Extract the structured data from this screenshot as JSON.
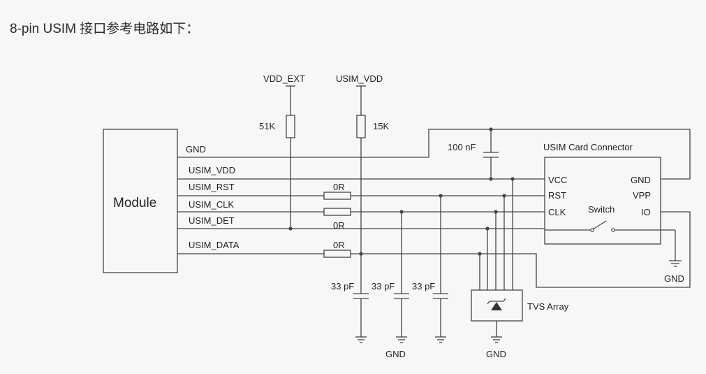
{
  "heading": "8-pin USIM 接口参考电路如下：",
  "module": {
    "label": "Module"
  },
  "supplies": {
    "vdd_ext": "VDD_EXT",
    "usim_vdd": "USIM_VDD"
  },
  "resistors": {
    "pullup_data": "15K",
    "pullup_det": "51K",
    "series_rst": "0R",
    "series_clk": "0R",
    "series_data": "0R"
  },
  "capacitors": {
    "bypass": "100 nF",
    "c1": "33 pF",
    "c2": "33 pF",
    "c3": "33 pF"
  },
  "signals": {
    "gnd": "GND",
    "usim_vdd": "USIM_VDD",
    "usim_rst": "USIM_RST",
    "usim_clk": "USIM_CLK",
    "usim_det": "USIM_DET",
    "usim_data": "USIM_DATA"
  },
  "connector": {
    "title": "USIM Card Connector",
    "vcc": "VCC",
    "rst": "RST",
    "clk": "CLK",
    "gnd": "GND",
    "vpp": "VPP",
    "io": "IO",
    "switch": "Switch"
  },
  "tvs": {
    "label": "TVS Array"
  },
  "grounds": {
    "caps": "GND",
    "tvs": "GND",
    "switch": "GND"
  }
}
